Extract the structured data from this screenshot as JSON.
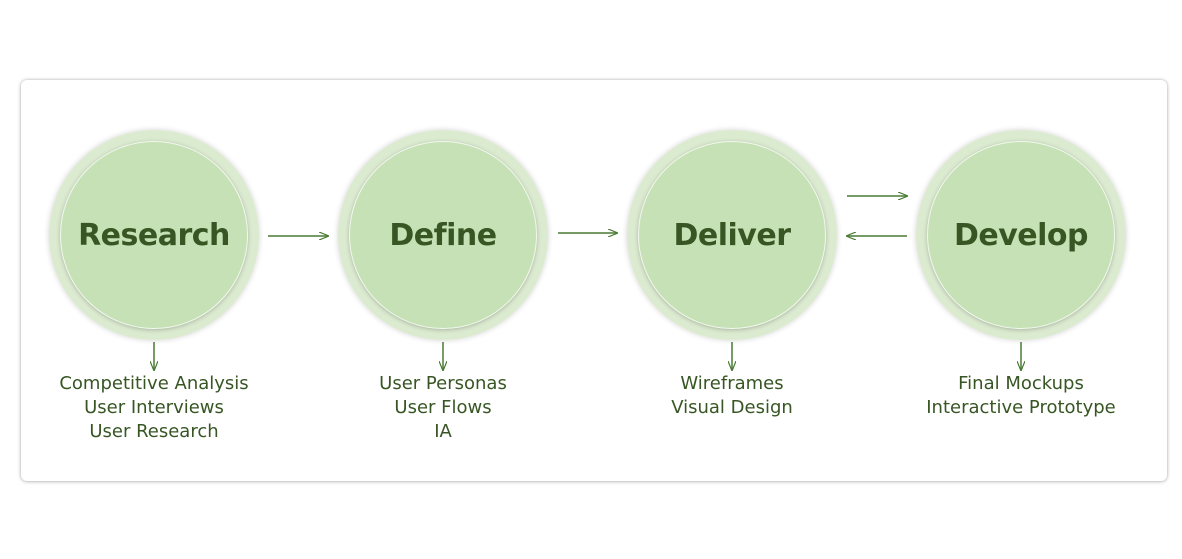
{
  "colors": {
    "circle_fill": "#c5e1b5",
    "text": "#375623",
    "arrow": "#4a7a33"
  },
  "stages": [
    {
      "title": "Research",
      "items": [
        "Competitive Analysis",
        "User Interviews",
        "User Research"
      ]
    },
    {
      "title": "Define",
      "items": [
        "User Personas",
        "User Flows",
        "IA"
      ]
    },
    {
      "title": "Deliver",
      "items": [
        "Wireframes",
        "Visual Design"
      ]
    },
    {
      "title": "Develop",
      "items": [
        "Final Mockups",
        "Interactive Prototype"
      ]
    }
  ]
}
